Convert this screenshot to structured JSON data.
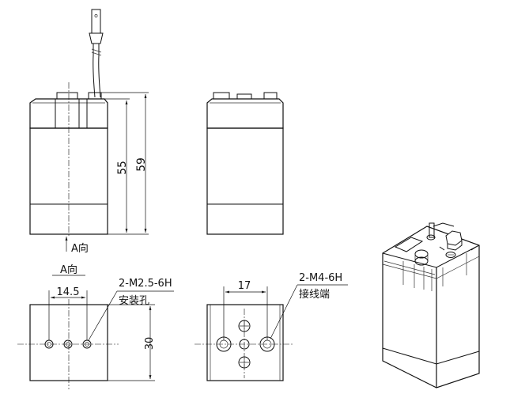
{
  "drawing": {
    "front_view": {
      "height_inner": "55",
      "height_outer": "59",
      "view_arrow_label": "A向"
    },
    "bottom_left_view": {
      "title": "A向",
      "spacing": "14.5",
      "callout_spec": "2-M2.5-6H",
      "callout_desc": "安装孔",
      "depth": "30"
    },
    "bottom_mid_view": {
      "spacing": "17",
      "callout_spec": "2-M4-6H",
      "callout_desc": "接线端"
    }
  }
}
